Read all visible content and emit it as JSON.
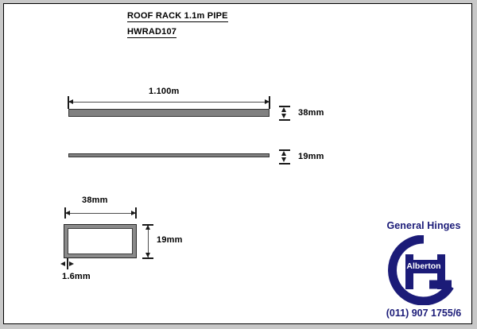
{
  "sheet": {
    "background_color": "#ffffff",
    "border_color": "#000000",
    "page_background": "#c8c8c8"
  },
  "title": {
    "line1": "ROOF RACK 1.1m PIPE",
    "line2": "HWRAD107"
  },
  "views": {
    "top_view": {
      "name": "top-view",
      "length_label": "1.100m",
      "thickness_label": "38mm",
      "fill_color": "#808080",
      "outline_color": "#333333"
    },
    "side_view": {
      "name": "side-view",
      "thickness_label": "19mm",
      "fill_color": "#808080",
      "outline_color": "#333333"
    },
    "section_view": {
      "name": "cross-section-view",
      "width_label": "38mm",
      "height_label": "19mm",
      "wall_label": "1.6mm",
      "wall_color": "#8a8a8a",
      "bore_color": "#ffffff"
    }
  },
  "logo": {
    "company": "General Hinges",
    "branch": "Alberton",
    "phone": "(011) 907 1755/6",
    "color": "#1b1b78"
  }
}
